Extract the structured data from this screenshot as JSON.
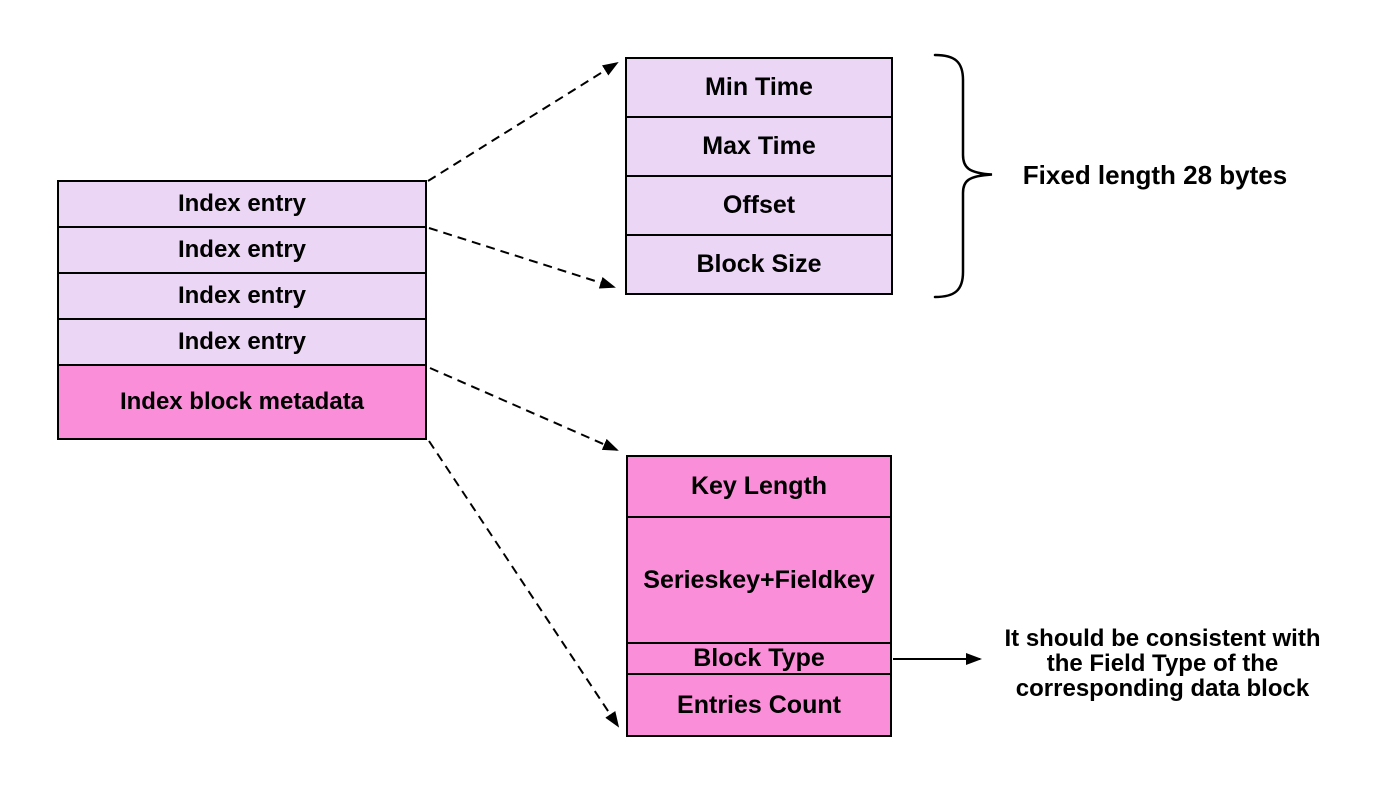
{
  "diagram": {
    "left_stack": {
      "rows": [
        {
          "label": "Index entry",
          "type": "entry"
        },
        {
          "label": "Index entry",
          "type": "entry"
        },
        {
          "label": "Index entry",
          "type": "entry"
        },
        {
          "label": "Index entry",
          "type": "entry"
        },
        {
          "label": "Index block metadata",
          "type": "metadata"
        }
      ]
    },
    "entry_detail_stack": {
      "rows": [
        {
          "label": "Min Time"
        },
        {
          "label": "Max Time"
        },
        {
          "label": "Offset"
        },
        {
          "label": "Block Size"
        }
      ]
    },
    "metadata_detail_stack": {
      "rows": [
        {
          "label": "Key Length"
        },
        {
          "label": "Serieskey+Fieldkey"
        },
        {
          "label": "Block Type"
        },
        {
          "label": "Entries Count"
        }
      ]
    },
    "annotations": {
      "fixed_length": "Fixed length 28 bytes",
      "block_type_note": "It should be consistent with\nthe Field Type of the\ncorresponding data block"
    },
    "colors": {
      "entry_fill": "#ECD6F5",
      "metadata_fill": "#FB8ED9",
      "line": "#000000",
      "background": "#FFFFFF"
    }
  }
}
